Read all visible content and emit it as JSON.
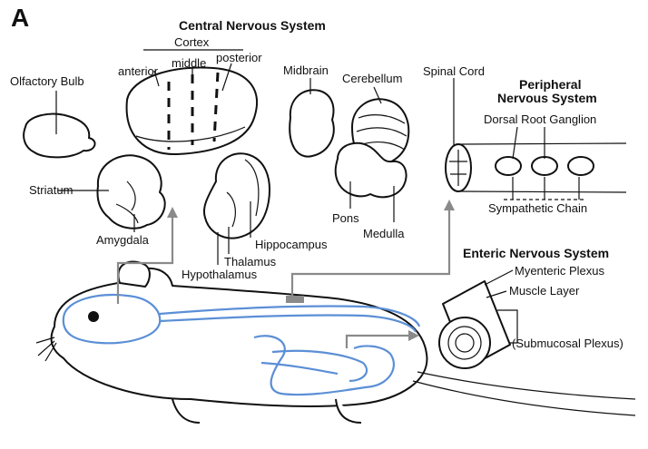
{
  "panel_letter": "A",
  "headings": {
    "cns": "Central Nervous System",
    "pns_line1": "Peripheral",
    "pns_line2": "Nervous System",
    "ens": "Enteric Nervous System"
  },
  "labels": {
    "cortex": "Cortex",
    "anterior": "anterior",
    "middle": "middle",
    "posterior": "posterior",
    "olfactory_bulb": "Olfactory Bulb",
    "midbrain": "Midbrain",
    "cerebellum": "Cerebellum",
    "spinal_cord": "Spinal Cord",
    "striatum": "Striatum",
    "amygdala": "Amygdala",
    "hippocampus": "Hippocampus",
    "thalamus": "Thalamus",
    "hypothalamus": "Hypothalamus",
    "pons": "Pons",
    "medulla": "Medulla",
    "dorsal_root_ganglion": "Dorsal Root Ganglion",
    "sympathetic_chain": "Sympathetic Chain",
    "myenteric_plexus": "Myenteric Plexus",
    "muscle_layer": "Muscle Layer",
    "submucosal_plexus": "(Submucosal Plexus)"
  },
  "colors": {
    "nervous_system_highlight": "#5b8fd6",
    "arrow": "#8a8a8a",
    "line_art": "#111111"
  }
}
